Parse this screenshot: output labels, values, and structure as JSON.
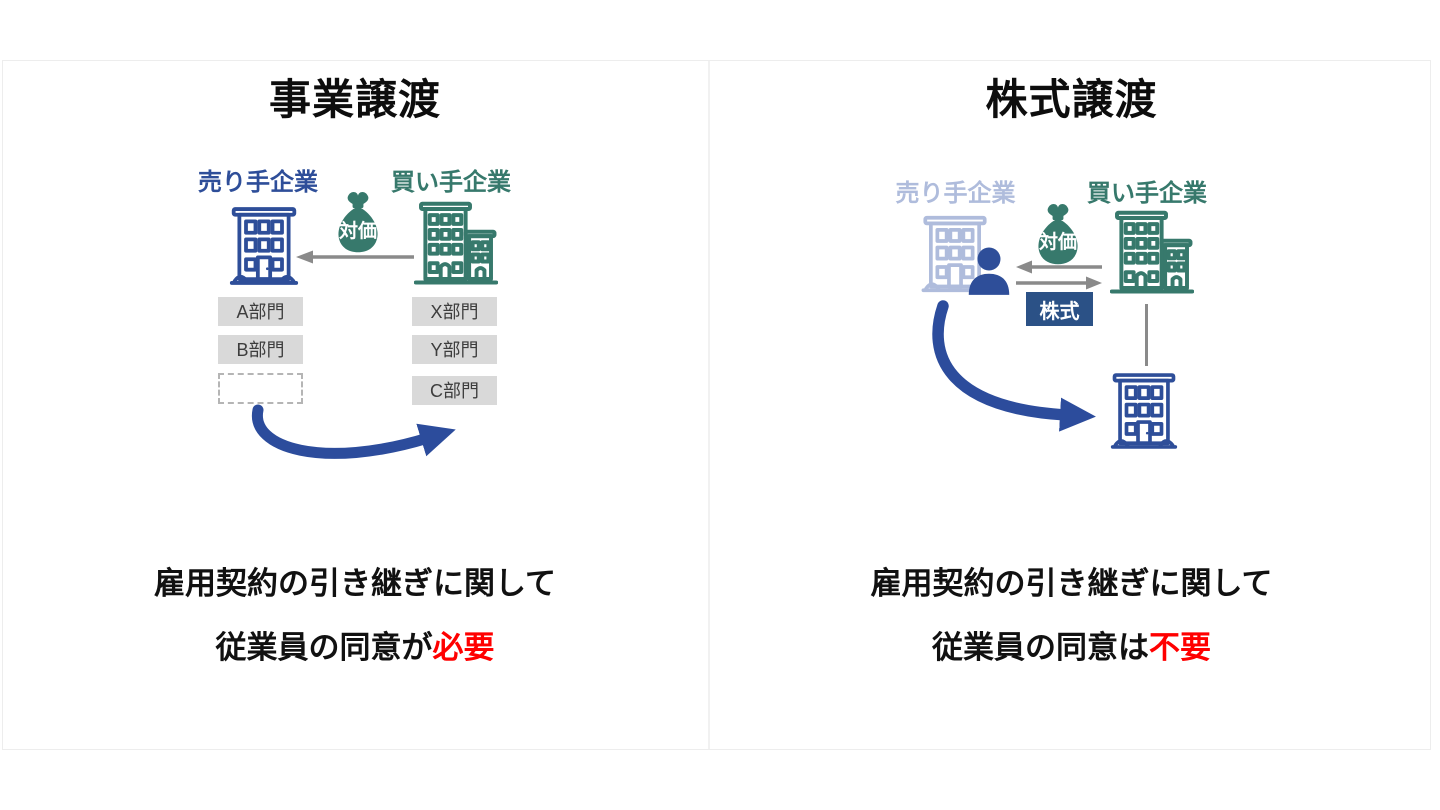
{
  "colors": {
    "seller_blue": "#2E4E99",
    "buyer_teal": "#37796C",
    "faded_seller_blue": "#AFBCDC",
    "arrow_blue": "#2C4C9C",
    "share_box_navy": "#2B5186",
    "arrow_gray": "#8A8A8A",
    "department_box_gray": "#D9D9D9",
    "highlight_red": "#FF0000"
  },
  "left_panel": {
    "title": "事業譲渡",
    "seller_label": "売り手企業",
    "buyer_label": "買い手企業",
    "consideration_tag": "対価",
    "seller_departments": [
      "A部門",
      "B部門"
    ],
    "buyer_departments": [
      "X部門",
      "Y部門",
      "C部門"
    ],
    "caption_line1": "雇用契約の引き継ぎに関して",
    "caption_line2_prefix": "従業員の同意が",
    "caption_line2_highlight": "必要"
  },
  "right_panel": {
    "title": "株式譲渡",
    "seller_label": "売り手企業",
    "buyer_label": "買い手企業",
    "consideration_tag": "対価",
    "share_tag": "株式",
    "caption_line1": "雇用契約の引き継ぎに関して",
    "caption_line2_prefix": "従業員の同意は",
    "caption_line2_highlight": "不要"
  }
}
